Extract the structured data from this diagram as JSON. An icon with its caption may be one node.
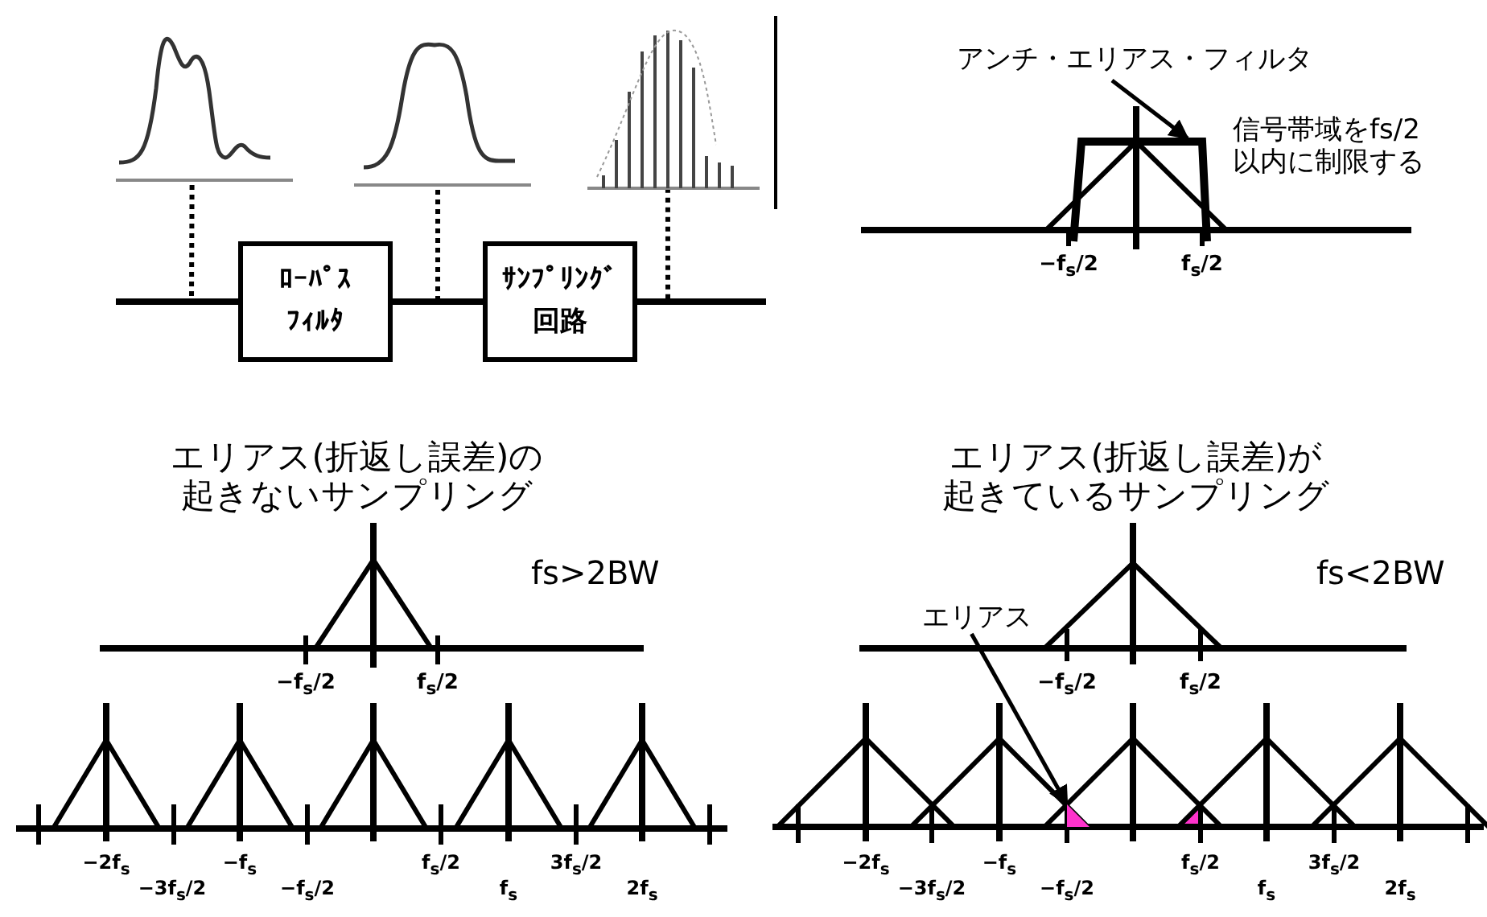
{
  "diagram": {
    "nodes": [
      {
        "text": [],
        "shape": "picture"
      },
      {
        "text": [],
        "shape": "picture"
      },
      {
        "text": [],
        "shape": "picture"
      },
      {
        "text": [
          "ﾛｰﾊﾟｽﾌｨﾙﾀ"
        ]
      },
      {
        "text": [
          "ｻﾝﾌﾟﾘﾝｸﾞ回路"
        ]
      },
      {
        "text": [
          "アンチ・エリアス・フィルタ"
        ]
      },
      {
        "text": [],
        "shape": "trapezoid"
      },
      {
        "text": [
          "エリアス"
        ]
      },
      {
        "text": [],
        "shape": "triangle"
      }
    ],
    "edges": [
      {
        "from": null,
        "to": 3,
        "arrow": "none"
      },
      {
        "from": 3,
        "to": 4,
        "arrow": "none"
      },
      {
        "from": 4,
        "to": null,
        "arrow": "none"
      },
      {
        "from": 0,
        "to": null,
        "arrow": "none",
        "style": "dashed"
      },
      {
        "from": 1,
        "to": null,
        "arrow": "none",
        "style": "dashed"
      },
      {
        "from": 2,
        "to": null,
        "arrow": "none",
        "style": "dashed"
      },
      {
        "from": 5,
        "to": 6,
        "arrow": "to"
      },
      {
        "from": 7,
        "to": 8,
        "arrow": "to"
      }
    ],
    "labels": [
      "信号帯域をfs/2以内に制限する",
      "−f$_{s}$/2",
      "f$_{s}$/2",
      "エリアス(折返し誤差)の起きないサンプリング",
      "エリアス(折返し誤差)が起きているサンプリング",
      "fs>2BW",
      "fs<2BW",
      "−f$_{s}$/2",
      "f$_{s}$/2",
      "−f$_{s}$/2",
      "f$_{s}$/2",
      "−2f$_{s}$",
      "−3f$_{s}$/2",
      "−f$_{s}$",
      "−f$_{s}$/2",
      "f$_{s}$/2",
      "f$_{s}$",
      "3f$_{s}$/2",
      "2f$_{s}$",
      "−2f$_{s}$",
      "−3f$_{s}$/2",
      "−f$_{s}$",
      "−f$_{s}$/2",
      "f$_{s}$/2",
      "f$_{s}$",
      "3f$_{s}$/2",
      "2f$_{s}$"
    ]
  }
}
